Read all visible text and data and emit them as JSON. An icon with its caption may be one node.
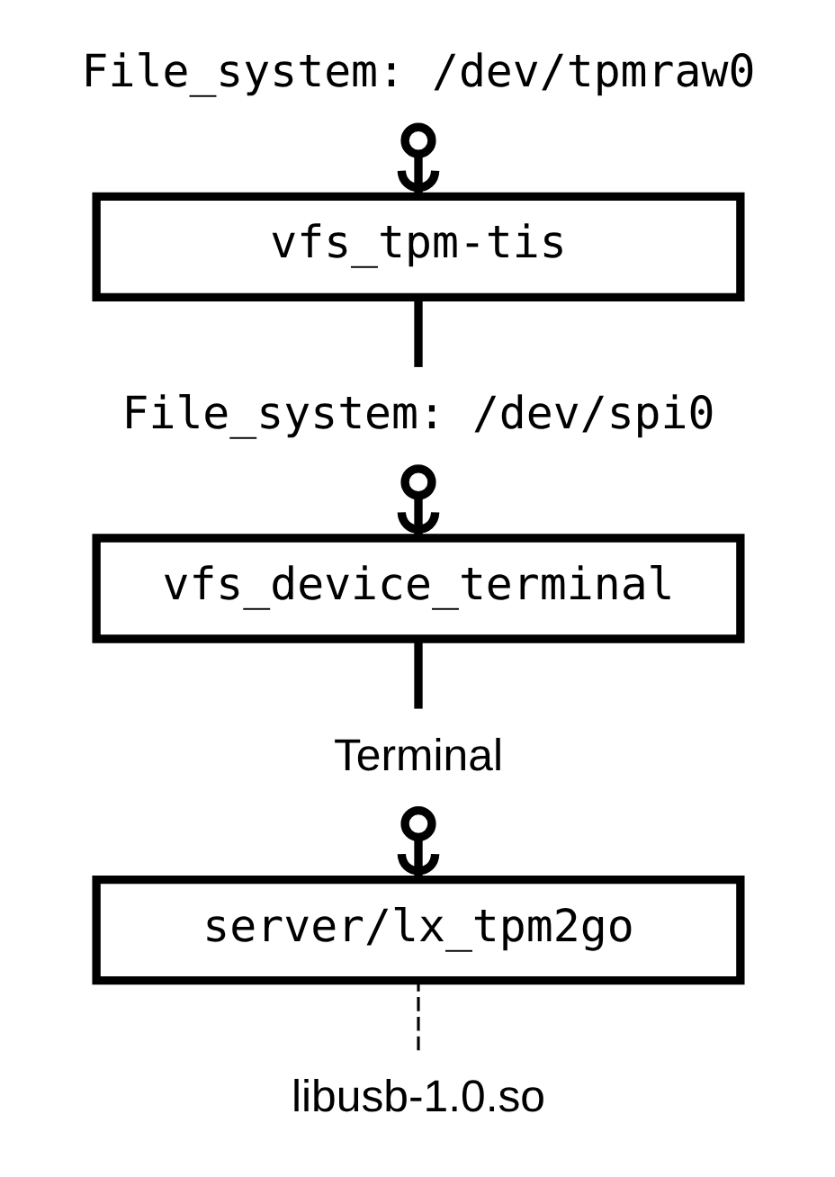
{
  "diagram": {
    "nodes": [
      {
        "text": [
          "File_system: /dev/tpmraw0"
        ]
      },
      {
        "text": [
          "vfs_tpm-tis"
        ]
      },
      {
        "text": [
          "File_system: /dev/spi0"
        ]
      },
      {
        "text": [
          "vfs_device_terminal"
        ]
      },
      {
        "text": [
          "Terminal"
        ]
      },
      {
        "text": [
          "server/lx_tpm2go"
        ]
      },
      {
        "text": [
          "libusb-1.0.so"
        ]
      }
    ],
    "edges": [
      {
        "from": 1,
        "to": 0,
        "arrow": "other"
      },
      {
        "from": 2,
        "to": 1,
        "arrow": "none"
      },
      {
        "from": 3,
        "to": 2,
        "arrow": "other"
      },
      {
        "from": 4,
        "to": 3,
        "arrow": "none"
      },
      {
        "from": 5,
        "to": 4,
        "arrow": "other"
      },
      {
        "from": 6,
        "to": 5,
        "arrow": "none",
        "style": "dashed"
      }
    ]
  }
}
